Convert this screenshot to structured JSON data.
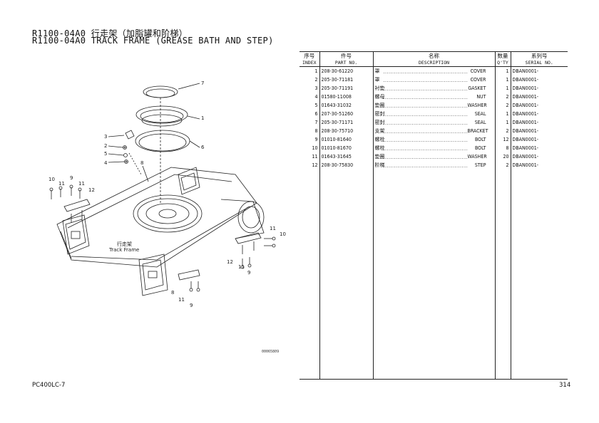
{
  "header": {
    "title_cn": "R1100-04A0 行走架（加脂罐和阶梯）",
    "title_en": "R1100-04A0 TRACK FRAME (GREASE BATH AND STEP)"
  },
  "diagram": {
    "frame_label_cn": "行走架",
    "frame_label_en": "Track Frame",
    "drawing_code": "00065809",
    "callouts": {
      "c7": "7",
      "c1": "1",
      "c6": "6",
      "c3": "3",
      "c2": "2",
      "c5": "5",
      "c4": "4",
      "c8a": "8",
      "c10a": "10",
      "c9a": "9",
      "c11a": "11",
      "c11b": "11",
      "c12a": "12",
      "c11c": "11",
      "c10b": "10",
      "c12b": "12",
      "c11d": "11",
      "c9b": "9",
      "c8b": "8",
      "c11e": "11",
      "c9c": "9"
    }
  },
  "table": {
    "headers": {
      "index_cn": "序号",
      "index_en": "INDEX",
      "part_cn": "件号",
      "part_en": "PART NO.",
      "desc_cn": "名称",
      "desc_en": "DESCRIPTION",
      "qty_cn": "数量",
      "qty_en": "Q'TY",
      "serial_cn": "系列号",
      "serial_en": "SERIAL NO."
    },
    "rows": [
      {
        "index": "1",
        "part": "208-30-61220",
        "desc_cn": "罩",
        "desc_en": "COVER",
        "qty": "1",
        "serial": "DBAN0001-"
      },
      {
        "index": "2",
        "part": "205-30-71181",
        "desc_cn": "罩",
        "desc_en": "COVER",
        "qty": "1",
        "serial": "DBAN0001-"
      },
      {
        "index": "3",
        "part": "205-30-71191",
        "desc_cn": "衬垫",
        "desc_en": "GASKET",
        "qty": "1",
        "serial": "DBAN0001-"
      },
      {
        "index": "4",
        "part": "01580-11008",
        "desc_cn": "螺母",
        "desc_en": "NUT",
        "qty": "2",
        "serial": "DBAN0001-"
      },
      {
        "index": "5",
        "part": "01643-31032",
        "desc_cn": "垫圈",
        "desc_en": "WASHER",
        "qty": "2",
        "serial": "DBAN0001-"
      },
      {
        "index": "6",
        "part": "207-30-51260",
        "desc_cn": "密封",
        "desc_en": "SEAL",
        "qty": "1",
        "serial": "DBAN0001-"
      },
      {
        "index": "7",
        "part": "205-30-71171",
        "desc_cn": "密封",
        "desc_en": "SEAL",
        "qty": "1",
        "serial": "DBAN0001-"
      },
      {
        "index": "8",
        "part": "208-30-75710",
        "desc_cn": "支架",
        "desc_en": "BRACKET",
        "qty": "2",
        "serial": "DBAN0001-"
      },
      {
        "index": "9",
        "part": "01010-81640",
        "desc_cn": "螺栓",
        "desc_en": "BOLT",
        "qty": "12",
        "serial": "DBAN0001-"
      },
      {
        "index": "10",
        "part": "01010-81670",
        "desc_cn": "螺栓",
        "desc_en": "BOLT",
        "qty": "8",
        "serial": "DBAN0001-"
      },
      {
        "index": "11",
        "part": "01643-31645",
        "desc_cn": "垫圈",
        "desc_en": "WASHER",
        "qty": "20",
        "serial": "DBAN0001-"
      },
      {
        "index": "12",
        "part": "208-30-75830",
        "desc_cn": "阶梯",
        "desc_en": "STEP",
        "qty": "2",
        "serial": "DBAN0001-"
      }
    ]
  },
  "footer": {
    "model": "PC400LC-7",
    "page": "314"
  }
}
